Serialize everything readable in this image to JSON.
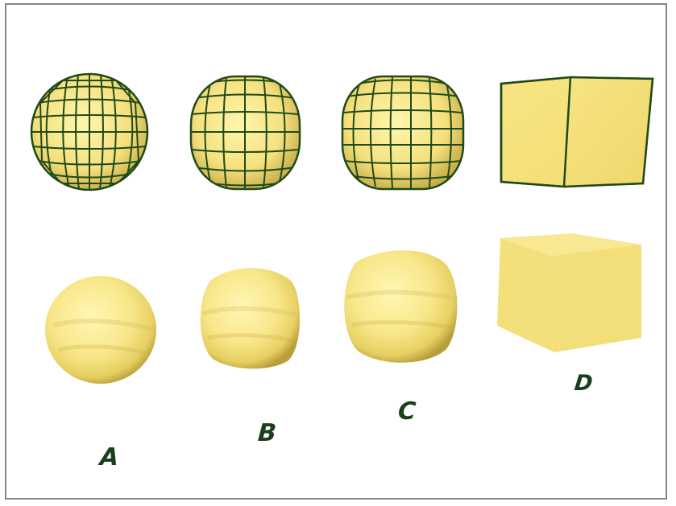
{
  "colors": {
    "surface_light": "#fdf5a6",
    "surface_mid": "#f4e27b",
    "surface_dark": "#c9b246",
    "wire": "#1f4a17",
    "label": "#1b3f1a",
    "frame_border": "#888888"
  },
  "labels": {
    "a": "A",
    "b": "B",
    "c": "C",
    "d": "D"
  }
}
